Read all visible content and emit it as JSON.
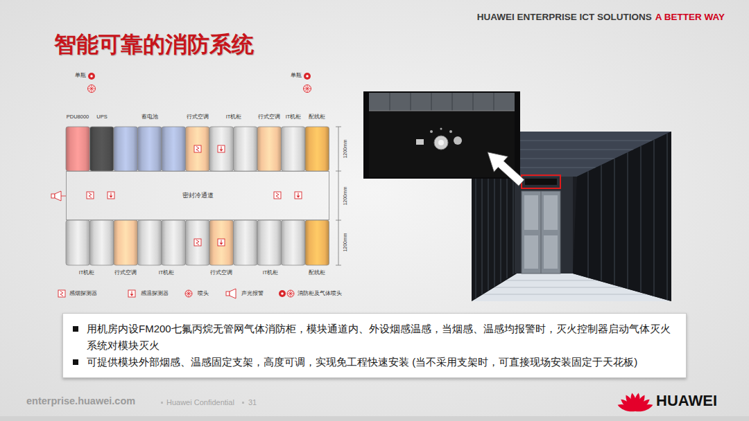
{
  "diagram": {
    "title": "智能可靠的消防系统",
    "nodes": [
      {
        "text": [
          "密封冷通道"
        ]
      },
      {
        "text": [
          "用机房内设FM200七氟丙烷无管网气体消防柜，模块通道内、外设烟感温感，当烟感、温感均报警时，灭火控制器启动气体灭火系统对模块灭火",
          "可提供模块外部烟感、温感固定支架，高度可调，实现免工程快速安装 (当不采用支架时，可直接现场安装固定于天花板)"
        ]
      }
    ],
    "labels": [
      "HUAWEI ENTERPRISE ICT SOLUTIONS",
      "A BETTER WAY",
      "单瓶",
      "单瓶",
      "PDU8000",
      "UPS",
      "蓄电池",
      "行式空调",
      "IT机柜",
      "行式空调",
      "IT机柜",
      "配线柜",
      "1200mm",
      "1200mm",
      "1200mm",
      "IT机柜",
      "行式空调",
      "IT机柜",
      "行式空调",
      "IT机柜",
      "配线柜",
      "enterprise.huawei.com",
      "Huawei Confidential",
      "31",
      "HUAWEI"
    ],
    "legend": [
      {
        "text": "感烟探测器"
      },
      {
        "text": "感温探测器"
      },
      {
        "text": "喷头"
      },
      {
        "text": "声光报警"
      },
      {
        "text": "消防柜及气体喷头"
      }
    ]
  }
}
